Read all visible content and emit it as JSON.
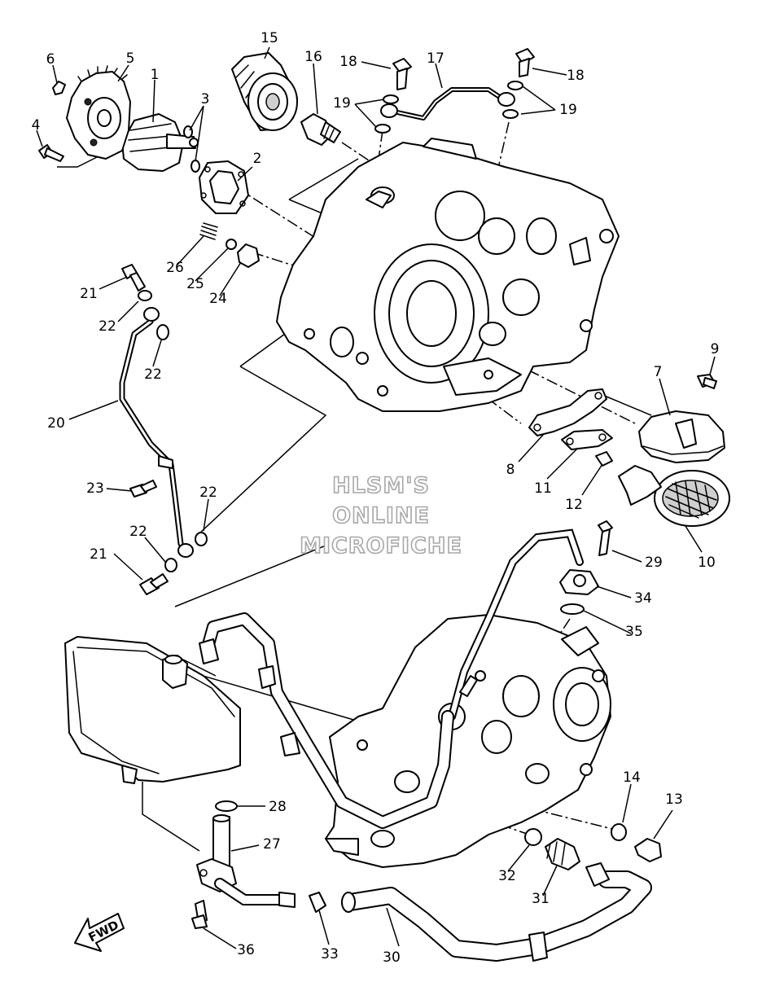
{
  "watermark": {
    "line1": "HLSM'S",
    "line2": "ONLINE",
    "line3": "MICROFICHE"
  },
  "direction_label": "FWD",
  "callouts": [
    {
      "id": "c1",
      "text": "1"
    },
    {
      "id": "c2",
      "text": "2"
    },
    {
      "id": "c3",
      "text": "3"
    },
    {
      "id": "c4",
      "text": "4"
    },
    {
      "id": "c5",
      "text": "5"
    },
    {
      "id": "c6",
      "text": "6"
    },
    {
      "id": "c7",
      "text": "7"
    },
    {
      "id": "c8",
      "text": "8"
    },
    {
      "id": "c9",
      "text": "9"
    },
    {
      "id": "c10",
      "text": "10"
    },
    {
      "id": "c11",
      "text": "11"
    },
    {
      "id": "c12",
      "text": "12"
    },
    {
      "id": "c13",
      "text": "13"
    },
    {
      "id": "c14",
      "text": "14"
    },
    {
      "id": "c15",
      "text": "15"
    },
    {
      "id": "c16",
      "text": "16"
    },
    {
      "id": "c17",
      "text": "17"
    },
    {
      "id": "c18a",
      "text": "18"
    },
    {
      "id": "c18b",
      "text": "18"
    },
    {
      "id": "c19a",
      "text": "19"
    },
    {
      "id": "c19b",
      "text": "19"
    },
    {
      "id": "c20",
      "text": "20"
    },
    {
      "id": "c21a",
      "text": "21"
    },
    {
      "id": "c21b",
      "text": "21"
    },
    {
      "id": "c22a",
      "text": "22"
    },
    {
      "id": "c22b",
      "text": "22"
    },
    {
      "id": "c22c",
      "text": "22"
    },
    {
      "id": "c22d",
      "text": "22"
    },
    {
      "id": "c23",
      "text": "23"
    },
    {
      "id": "c24",
      "text": "24"
    },
    {
      "id": "c25",
      "text": "25"
    },
    {
      "id": "c26",
      "text": "26"
    },
    {
      "id": "c27",
      "text": "27"
    },
    {
      "id": "c28",
      "text": "28"
    },
    {
      "id": "c29",
      "text": "29"
    },
    {
      "id": "c30",
      "text": "30"
    },
    {
      "id": "c31",
      "text": "31"
    },
    {
      "id": "c32",
      "text": "32"
    },
    {
      "id": "c33",
      "text": "33"
    },
    {
      "id": "c34",
      "text": "34"
    },
    {
      "id": "c35",
      "text": "35"
    },
    {
      "id": "c36",
      "text": "36"
    }
  ]
}
